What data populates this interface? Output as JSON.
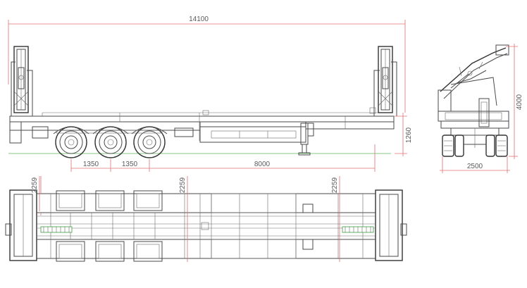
{
  "dimensions": {
    "overall_length": "14100",
    "overall_height": "4000",
    "deck_height": "1260",
    "axle_spacing_1": "1350",
    "axle_spacing_2": "1350",
    "kingpin_to_axle": "8000",
    "overall_width": "2500",
    "plan_offset_left": "2259",
    "plan_offset_middle": "2259",
    "plan_offset_right": "2259"
  },
  "colors": {
    "dimension_line": "#e07070",
    "ground_line": "#5cb85c",
    "outline": "#4a4a4a"
  }
}
